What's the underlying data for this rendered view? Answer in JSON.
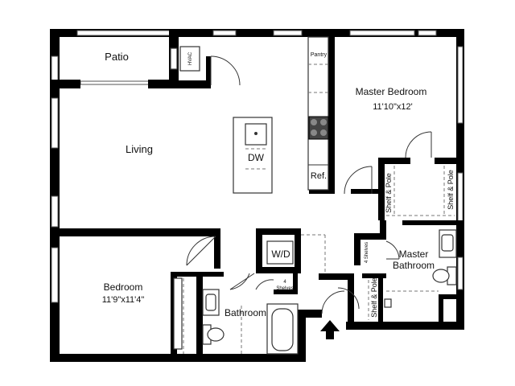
{
  "rooms": {
    "patio": "Patio",
    "hvac": "HVAC",
    "pantry": "Pantry",
    "master_bedroom": "Master Bedroom",
    "master_bedroom_size": "11'10\"x12'",
    "living": "Living",
    "dw": "DW",
    "ref": "Ref.",
    "shelf_pole_left": "Shelf & Pole",
    "shelf_pole_right": "Shelf & Pole",
    "shelf_pole_lower": "Shelf & Pole",
    "wd": "W/D",
    "four_shelves_left": "4",
    "four_shelves_left_2": "Shelves",
    "four_shelves_right": "4 Shelves",
    "master_bathroom_1": "Master",
    "master_bathroom_2": "Bathroom",
    "bedroom": "Bedroom",
    "bedroom_size": "11'9\"x11'4\"",
    "bathroom": "Bathroom"
  },
  "icons": {
    "entry": "entry-arrow-icon"
  }
}
